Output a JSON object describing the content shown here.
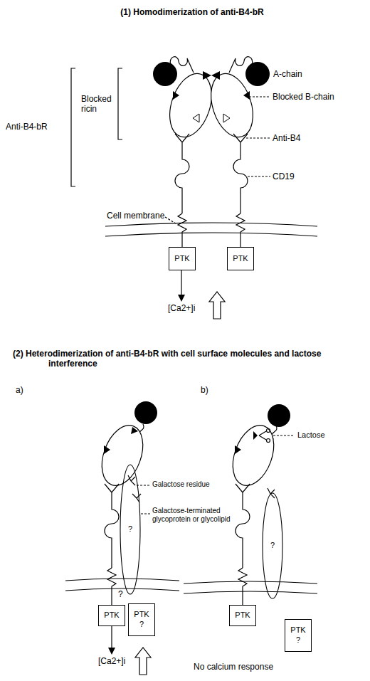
{
  "diagram": {
    "nodes": [
      {
        "text": [
          "PTK"
        ]
      },
      {
        "text": [
          "PTK"
        ]
      },
      {
        "text": [
          "?"
        ]
      },
      {
        "text": [
          "PTK"
        ]
      },
      {
        "text": [
          "PTK",
          "?"
        ]
      },
      {
        "text": [
          "?"
        ]
      },
      {
        "text": [
          "PTK"
        ]
      },
      {
        "text": [
          "PTK",
          "?"
        ]
      }
    ],
    "labels": [
      "(1) Homodimerization of anti-B4-bR",
      "Anti-B4-bR",
      "Blocked ricin",
      "A-chain",
      "Blocked B-chain",
      "Anti-B4",
      "CD19",
      "Cell membrane",
      "[Ca2+]i",
      "(2) Heterodimerization of anti-B4-bR with cell surface molecules and lactose interference",
      "a)",
      "b)",
      "Galactose residue",
      "Galactose-terminated glycoprotein or glycolipid",
      "?",
      "[Ca2+]i",
      "Lactose",
      "No calcium response"
    ]
  }
}
